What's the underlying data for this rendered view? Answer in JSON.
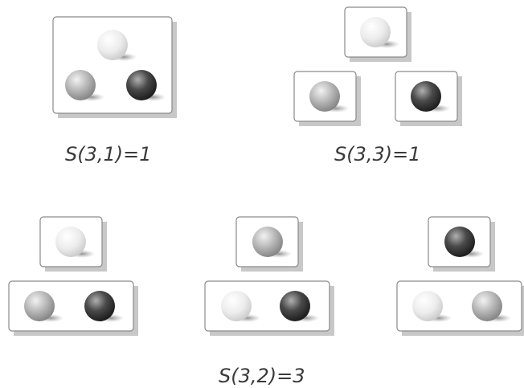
{
  "colors": {
    "white_ball": "#eeeeee",
    "gray_ball": "#b4b4b4",
    "dark_ball": "#444444",
    "box_border": "#8a8a8a",
    "box_shadow": "#c8c8c8",
    "caption_text": "#3a3a3a"
  },
  "captions": {
    "s31": "S(3,1)=1",
    "s33": "S(3,3)=1",
    "s32": "S(3,2)=3"
  },
  "partitions": [
    {
      "caption": "S(3,1)=1",
      "blocks": [
        [
          "white",
          "gray",
          "dark"
        ]
      ]
    },
    {
      "caption": "S(3,3)=1",
      "blocks": [
        [
          "white"
        ],
        [
          "gray"
        ],
        [
          "dark"
        ]
      ]
    },
    {
      "caption": "S(3,2)=3",
      "blocks": [
        [
          "white"
        ],
        [
          "gray",
          "dark"
        ]
      ]
    },
    {
      "caption": "S(3,2)=3",
      "blocks": [
        [
          "gray"
        ],
        [
          "white",
          "dark"
        ]
      ]
    },
    {
      "caption": "S(3,2)=3",
      "blocks": [
        [
          "dark"
        ],
        [
          "white",
          "gray"
        ]
      ]
    }
  ]
}
